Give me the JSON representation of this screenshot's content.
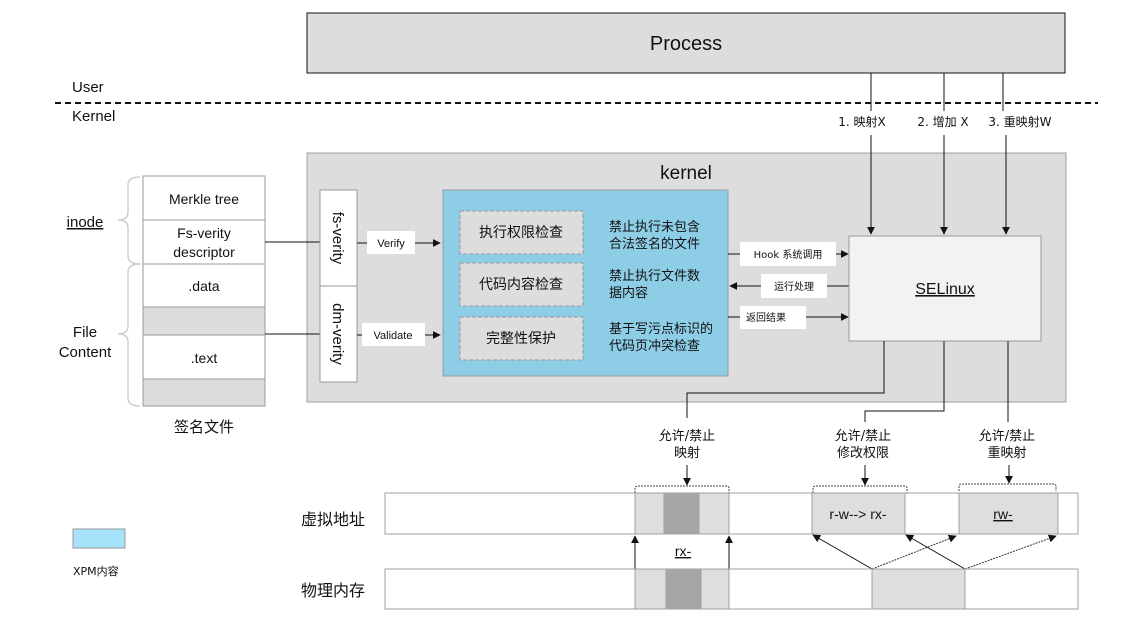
{
  "labels": {
    "user": "User",
    "kernel_zone": "Kernel",
    "process": "Process",
    "kernel_box": "kernel",
    "inode": "inode",
    "file_content_1": "File",
    "file_content_2": "Content",
    "signed_file": "签名文件",
    "selinux": "SELinux",
    "virtual_addr": "虚拟地址",
    "physical_mem": "物理内存",
    "legend": "XPM内容"
  },
  "signed_file_rows": [
    {
      "lines": [
        "Merkle tree"
      ],
      "shaded": false
    },
    {
      "lines": [
        "Fs-verity",
        "descriptor"
      ],
      "shaded": false
    },
    {
      "lines": [
        ".data"
      ],
      "shaded": false
    },
    {
      "lines": [
        ""
      ],
      "shaded": true
    },
    {
      "lines": [
        ".text"
      ],
      "shaded": false
    },
    {
      "lines": [
        ""
      ],
      "shaded": true
    }
  ],
  "verity": {
    "fs": "fs-verity",
    "dm": "dm-verity",
    "verify": "Verify",
    "validate": "Validate"
  },
  "xpm_checks": [
    {
      "name": "执行权限检查",
      "desc": [
        "禁止执行未包含",
        "合法签名的文件"
      ]
    },
    {
      "name": "代码内容检查",
      "desc": [
        "禁止执行文件数",
        "据内容"
      ]
    },
    {
      "name": "完整性保护",
      "desc": [
        "基于写污点标识的",
        "代码页冲突检查"
      ]
    }
  ],
  "hooks": {
    "hook_call": "Hook 系统调用",
    "run_process": "运行处理",
    "return_result": "返回结果"
  },
  "syscalls": [
    "1. 映射X",
    "2. 增加 X",
    "3. 重映射W"
  ],
  "decisions": [
    [
      "允许/禁止",
      "映射"
    ],
    [
      "允许/禁止",
      "修改权限"
    ],
    [
      "允许/禁止",
      "重映射"
    ]
  ],
  "perms": {
    "rx": "rx-",
    "rw_to_rx": "r-w--> rx-",
    "rw": "rw-"
  },
  "colors": {
    "xpm_blue": "#8ecde6",
    "legend_blue": "#a6e2fa",
    "panel_gray": "#dddddd",
    "selinux_bg": "#f2f2f2",
    "page_dark": "#a6a6a6",
    "page_light": "#dedede"
  }
}
